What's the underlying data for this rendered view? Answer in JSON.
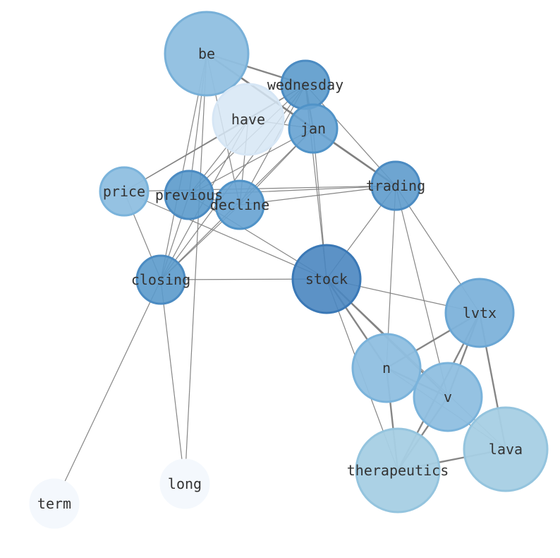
{
  "graph": {
    "nodes": [
      {
        "id": "be",
        "label": "be"
      },
      {
        "id": "wednesday",
        "label": "wednesday"
      },
      {
        "id": "have",
        "label": "have"
      },
      {
        "id": "jan",
        "label": "jan"
      },
      {
        "id": "price",
        "label": "price"
      },
      {
        "id": "previous",
        "label": "previous"
      },
      {
        "id": "decline",
        "label": "decline"
      },
      {
        "id": "trading",
        "label": "trading"
      },
      {
        "id": "closing",
        "label": "closing"
      },
      {
        "id": "stock",
        "label": "stock"
      },
      {
        "id": "lvtx",
        "label": "lvtx"
      },
      {
        "id": "n",
        "label": "n"
      },
      {
        "id": "v",
        "label": "v"
      },
      {
        "id": "lava",
        "label": "lava"
      },
      {
        "id": "therapeutics",
        "label": "therapeutics"
      },
      {
        "id": "long",
        "label": "long"
      },
      {
        "id": "term",
        "label": "term"
      }
    ],
    "edges": [
      {
        "source": "be",
        "target": "wednesday"
      },
      {
        "source": "be",
        "target": "jan"
      },
      {
        "source": "be",
        "target": "trading"
      },
      {
        "source": "be",
        "target": "decline"
      },
      {
        "source": "be",
        "target": "closing"
      },
      {
        "source": "be",
        "target": "long"
      },
      {
        "source": "be",
        "target": "previous"
      },
      {
        "source": "wednesday",
        "target": "jan"
      },
      {
        "source": "wednesday",
        "target": "trading"
      },
      {
        "source": "wednesday",
        "target": "stock"
      },
      {
        "source": "wednesday",
        "target": "price"
      },
      {
        "source": "wednesday",
        "target": "previous"
      },
      {
        "source": "wednesday",
        "target": "decline"
      },
      {
        "source": "wednesday",
        "target": "closing"
      },
      {
        "source": "wednesday",
        "target": "have"
      },
      {
        "source": "jan",
        "target": "trading"
      },
      {
        "source": "jan",
        "target": "stock"
      },
      {
        "source": "jan",
        "target": "previous"
      },
      {
        "source": "jan",
        "target": "decline"
      },
      {
        "source": "jan",
        "target": "closing"
      },
      {
        "source": "jan",
        "target": "have"
      },
      {
        "source": "have",
        "target": "previous"
      },
      {
        "source": "have",
        "target": "closing"
      },
      {
        "source": "have",
        "target": "decline"
      },
      {
        "source": "price",
        "target": "trading"
      },
      {
        "source": "price",
        "target": "stock"
      },
      {
        "source": "price",
        "target": "closing"
      },
      {
        "source": "price",
        "target": "have"
      },
      {
        "source": "previous",
        "target": "trading"
      },
      {
        "source": "previous",
        "target": "stock"
      },
      {
        "source": "previous",
        "target": "decline"
      },
      {
        "source": "previous",
        "target": "closing"
      },
      {
        "source": "decline",
        "target": "trading"
      },
      {
        "source": "decline",
        "target": "closing"
      },
      {
        "source": "trading",
        "target": "stock"
      },
      {
        "source": "trading",
        "target": "lvtx"
      },
      {
        "source": "trading",
        "target": "n"
      },
      {
        "source": "trading",
        "target": "v"
      },
      {
        "source": "stock",
        "target": "closing"
      },
      {
        "source": "stock",
        "target": "lvtx"
      },
      {
        "source": "stock",
        "target": "n"
      },
      {
        "source": "stock",
        "target": "v"
      },
      {
        "source": "stock",
        "target": "lava"
      },
      {
        "source": "stock",
        "target": "therapeutics"
      },
      {
        "source": "closing",
        "target": "long"
      },
      {
        "source": "closing",
        "target": "term"
      },
      {
        "source": "lvtx",
        "target": "n"
      },
      {
        "source": "lvtx",
        "target": "v"
      },
      {
        "source": "lvtx",
        "target": "lava"
      },
      {
        "source": "lvtx",
        "target": "therapeutics"
      },
      {
        "source": "n",
        "target": "v"
      },
      {
        "source": "n",
        "target": "lava"
      },
      {
        "source": "n",
        "target": "therapeutics"
      },
      {
        "source": "v",
        "target": "therapeutics"
      },
      {
        "source": "lava",
        "target": "therapeutics"
      }
    ],
    "colors": {
      "edge": "#808080",
      "label": "#333333"
    }
  }
}
